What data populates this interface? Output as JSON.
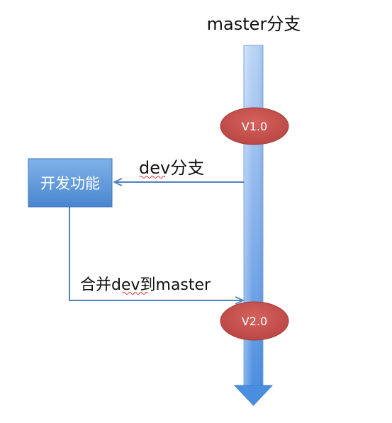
{
  "diagram": {
    "master_label": "master分支",
    "version_1": "V1.0",
    "version_2": "V2.0",
    "feature_box": "开发功能",
    "dev_branch_label": "dev分支",
    "merge_label": "合并dev到master"
  },
  "colors": {
    "trunk_light": "#a7c6f2",
    "trunk_dark": "#4d8fe0",
    "feature_box": "#5b9bd5",
    "ellipse": "#c4504d",
    "connector": "#4f81bd"
  }
}
